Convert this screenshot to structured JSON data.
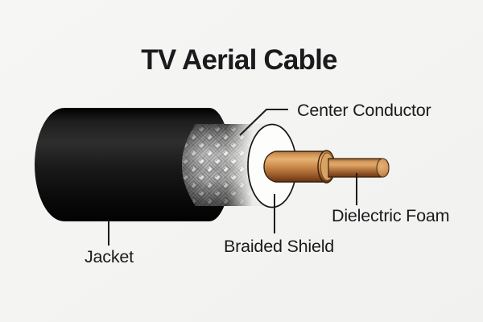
{
  "title": "TV Aerial Cable",
  "diagram": {
    "kind": "coaxial-cable-cutaway",
    "labels": {
      "center_conductor": "Center Conductor",
      "dielectric_foam": "Dielectric Foam",
      "braided_shield": "Braided Shield",
      "jacket": "Jacket"
    },
    "colors": {
      "background": "#f4f4f2",
      "text": "#1b1b1d",
      "leader_line": "#1b1b1b",
      "jacket": "#121212",
      "braid_strand": "#9a9a9a",
      "braid_gap": "#e9e9e7",
      "dielectric_face": "#fdfdfc",
      "copper_mid": "#c9854a",
      "copper_highlight": "#e7b272",
      "copper_shadow": "#613312"
    }
  }
}
